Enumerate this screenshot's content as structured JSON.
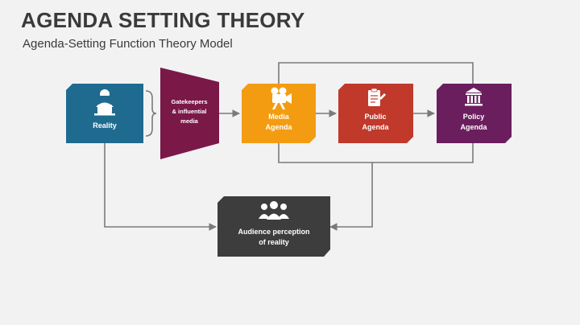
{
  "slide": {
    "title": "AGENDA SETTING THEORY",
    "subtitle": "Agenda-Setting Function Theory Model"
  },
  "nodes": {
    "reality": {
      "label": "Reality",
      "color": "#1f6b8f",
      "icon": "person-laptop-icon"
    },
    "gatekeepers": {
      "line1": "Gatekeepers",
      "line2": "& influential",
      "line3": "media",
      "color": "#7a1848"
    },
    "media_agenda": {
      "line1": "Media",
      "line2": "Agenda",
      "color": "#f39c12",
      "icon": "film-camera-icon"
    },
    "public_agenda": {
      "line1": "Public",
      "line2": "Agenda",
      "color": "#c0392b",
      "icon": "clipboard-icon"
    },
    "policy_agenda": {
      "line1": "Policy",
      "line2": "Agenda",
      "color": "#6b1e5e",
      "icon": "government-building-icon"
    },
    "audience": {
      "line1": "Audience perception",
      "line2": "of reality",
      "color": "#3d3d3d",
      "icon": "group-people-icon"
    }
  },
  "colors": {
    "connector": "#7a7a7a",
    "background": "#f2f2f2"
  }
}
